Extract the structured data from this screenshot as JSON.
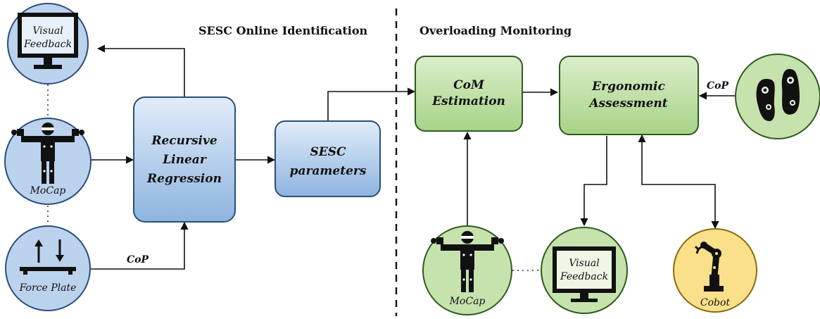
{
  "sections": {
    "left_title": "SESC Online Identification",
    "right_title": "Overloading Monitoring"
  },
  "nodes": {
    "visual_feedback_left": {
      "line1": "Visual",
      "line2": "Feedback"
    },
    "mocap_left": {
      "label": "MoCap"
    },
    "force_plate": {
      "label": "Force Plate"
    },
    "regression": {
      "line1": "Recursive",
      "line2": "Linear",
      "line3": "Regression"
    },
    "sesc_params": {
      "line1": "SESC",
      "line2": "parameters"
    },
    "com_estimation": {
      "line1": "CoM",
      "line2": "Estimation"
    },
    "ergonomic": {
      "line1": "Ergonomic",
      "line2": "Assessment"
    },
    "mocap_right": {
      "label": "MoCap"
    },
    "visual_feedback_right": {
      "line1": "Visual",
      "line2": "Feedback"
    },
    "cobot": {
      "label": "Cobot"
    },
    "insoles": {
      "label": ""
    }
  },
  "edges": {
    "cop_left": "CoP",
    "cop_right": "CoP"
  },
  "colors": {
    "blue_fill": "#bcd3ee",
    "blue_stroke": "#2a4e7c",
    "green_fill": "#c6e3ad",
    "green_stroke": "#2f5a1e",
    "yellow_fill": "#fbe08a",
    "yellow_stroke": "#8a6a10"
  }
}
